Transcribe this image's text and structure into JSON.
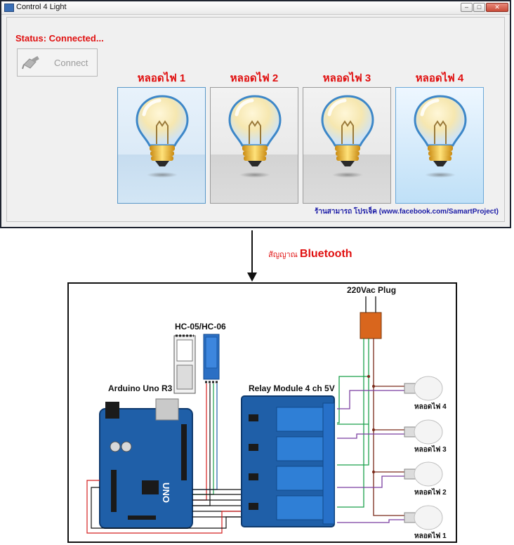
{
  "window": {
    "title": "Control 4 Light"
  },
  "status": "Status: Connected...",
  "connect_label": "Connect",
  "lamps": [
    {
      "label": "หลอดไฟ 1"
    },
    {
      "label": "หลอดไฟ 2"
    },
    {
      "label": "หลอดไฟ 3"
    },
    {
      "label": "หลอดไฟ 4"
    }
  ],
  "footer": "ร้านสามารถ โปรเจ็ค (www.facebook.com/SamartProject)",
  "signal": {
    "prefix": "สัญญาณ ",
    "name": "Bluetooth"
  },
  "diagram": {
    "plug": "220Vac Plug",
    "bt": "HC-05/HC-06",
    "arduino": "Arduino Uno R3",
    "relay": "Relay Module 4 ch 5V",
    "uno_text": "UNO",
    "bulbs": [
      "หลอดไฟ 4",
      "หลอดไฟ 3",
      "หลอดไฟ 2",
      "หลอดไฟ 1"
    ]
  },
  "colors": {
    "status_red": "#e01010",
    "link_blue": "#1a1aa6",
    "board_blue": "#1f5fa8",
    "wire_green": "#1aa04a",
    "wire_purple": "#7b3fa0",
    "wire_brown": "#7a2a1a"
  }
}
